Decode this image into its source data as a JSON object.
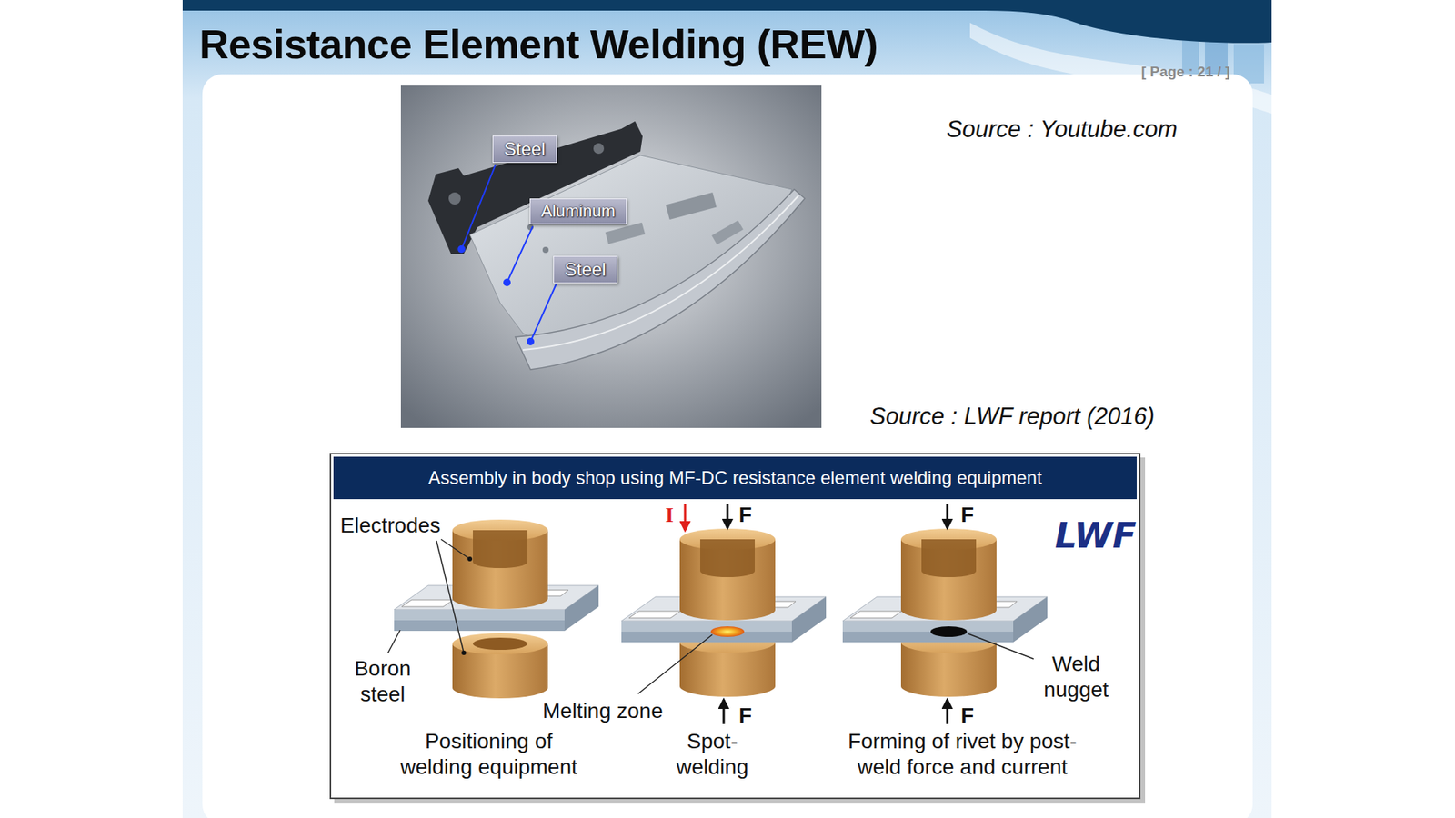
{
  "diagram": {
    "title": "Resistance Element Welding (REW)",
    "nodes": [
      {
        "text": [
          "Steel"
        ]
      },
      {
        "text": [
          "Aluminum"
        ]
      },
      {
        "text": [
          "Steel"
        ]
      },
      {
        "text": [
          "Assembly in body shop using MF-DC resistance element welding equipment"
        ]
      }
    ],
    "labels": [
      "[ Page : 21 / ]",
      "Source : Youtube.com",
      "Source : LWF report (2016)",
      "Electrodes",
      "Boron steel",
      "Positioning of welding equipment",
      "I",
      "F",
      "Melting zone",
      "F",
      "Spot- welding",
      "F",
      "F",
      "Weld nugget",
      "Forming of rivet by post- weld force and current",
      "LWF"
    ]
  }
}
